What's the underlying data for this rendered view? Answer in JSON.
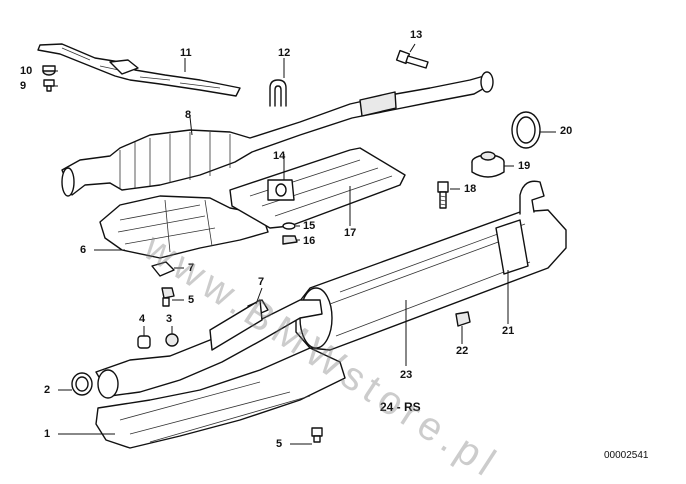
{
  "diagram": {
    "callouts": [
      "1",
      "2",
      "3",
      "4",
      "5",
      "6",
      "7",
      "8",
      "9",
      "10",
      "11",
      "12",
      "13",
      "14",
      "15",
      "16",
      "17",
      "18",
      "19",
      "20",
      "21",
      "22",
      "23",
      "5",
      "7"
    ],
    "note": "24 - RS",
    "drawing_number": "00002541",
    "watermark": "www.BMWstore.pl"
  },
  "colors": {
    "line": "#111111",
    "background": "#ffffff",
    "watermark": "#888888"
  }
}
